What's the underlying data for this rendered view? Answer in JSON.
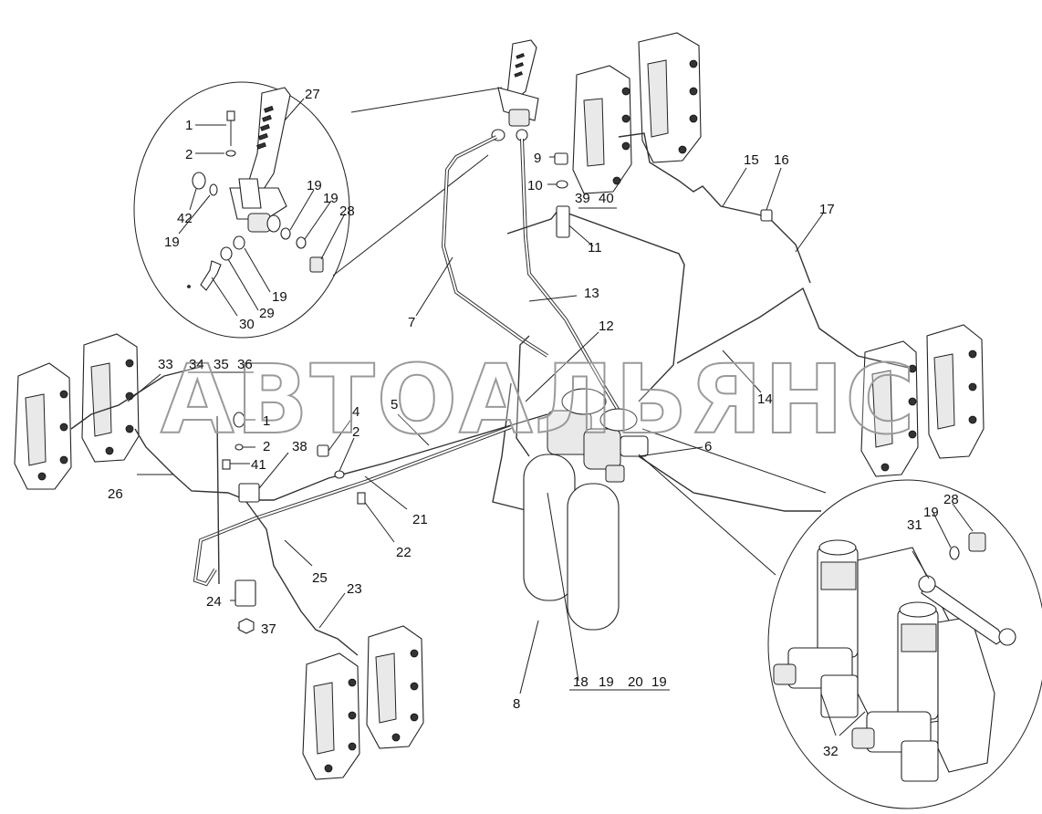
{
  "watermark": "АВТОАЛЬЯНС",
  "callouts": {
    "c1a": "1",
    "c2a": "2",
    "c27": "27",
    "c42": "42",
    "c19a": "19",
    "c19b": "19",
    "c19c": "19",
    "c28a": "28",
    "c29": "29",
    "c30": "30",
    "c19d": "19",
    "c7": "7",
    "c9": "9",
    "c10": "10",
    "c39": "39",
    "c40": "40",
    "c11": "11",
    "c13": "13",
    "c12": "12",
    "c15": "15",
    "c16": "16",
    "c17": "17",
    "c14": "14",
    "c33": "33",
    "c34": "34",
    "c35": "35",
    "c36": "36",
    "c1b": "1",
    "c2b": "2",
    "c4": "4",
    "c5": "5",
    "c2c": "2",
    "c38": "38",
    "c41": "41",
    "c26": "26",
    "c21": "21",
    "c22": "22",
    "c25": "25",
    "c24": "24",
    "c23": "23",
    "c37": "37",
    "c6": "6",
    "c8": "8",
    "c18": "18",
    "c19e": "19",
    "c20": "20",
    "c19f": "19",
    "c31": "31",
    "c19g": "19",
    "c28b": "28",
    "c32": "32"
  }
}
